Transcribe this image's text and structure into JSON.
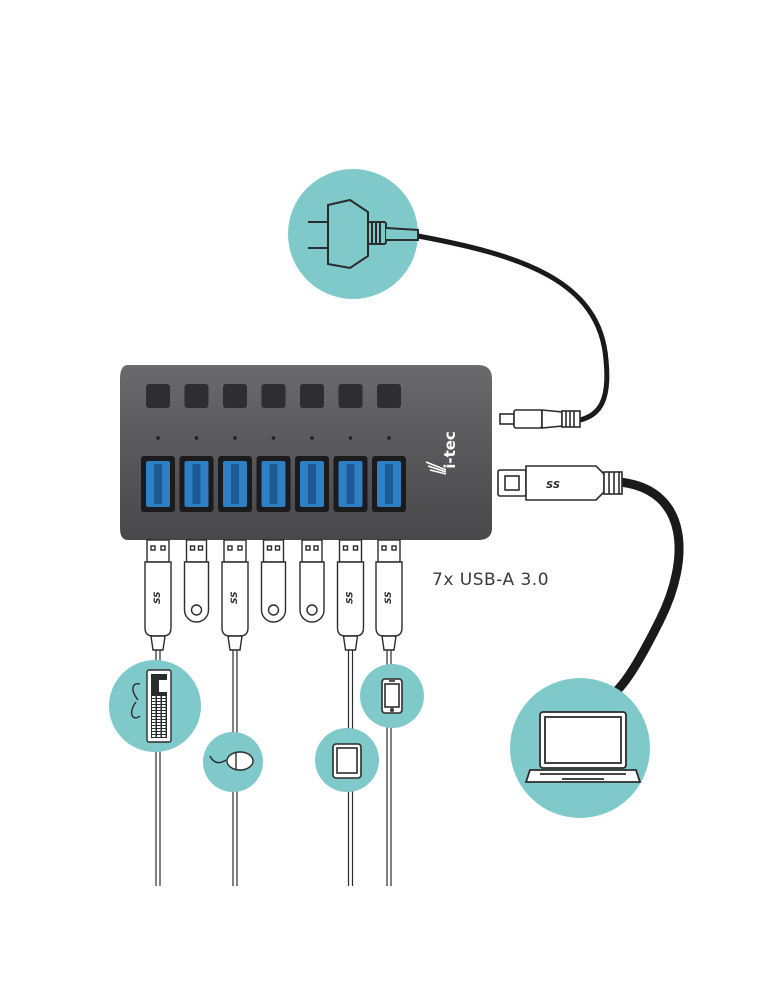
{
  "brand": {
    "logo_text": "i-tec"
  },
  "hub": {
    "port_count": 7,
    "ports_label": "7x USB-A 3.0",
    "body_color": "#5a5a5c",
    "port_color": "#2f7fc4",
    "button_color": "#2e2e30",
    "usb_marking": "SS"
  },
  "circle_color": "#7fc9cb",
  "connectors": [
    {
      "type": "usb-plug"
    },
    {
      "type": "flash-drive"
    },
    {
      "type": "usb-plug"
    },
    {
      "type": "flash-drive"
    },
    {
      "type": "flash-drive"
    },
    {
      "type": "usb-plug"
    },
    {
      "type": "usb-plug"
    }
  ],
  "devices": [
    {
      "name": "keyboard-icon"
    },
    {
      "name": "mouse-icon"
    },
    {
      "name": "tablet-icon"
    },
    {
      "name": "smartphone-icon"
    },
    {
      "name": "laptop-icon"
    },
    {
      "name": "power-plug-icon"
    }
  ]
}
